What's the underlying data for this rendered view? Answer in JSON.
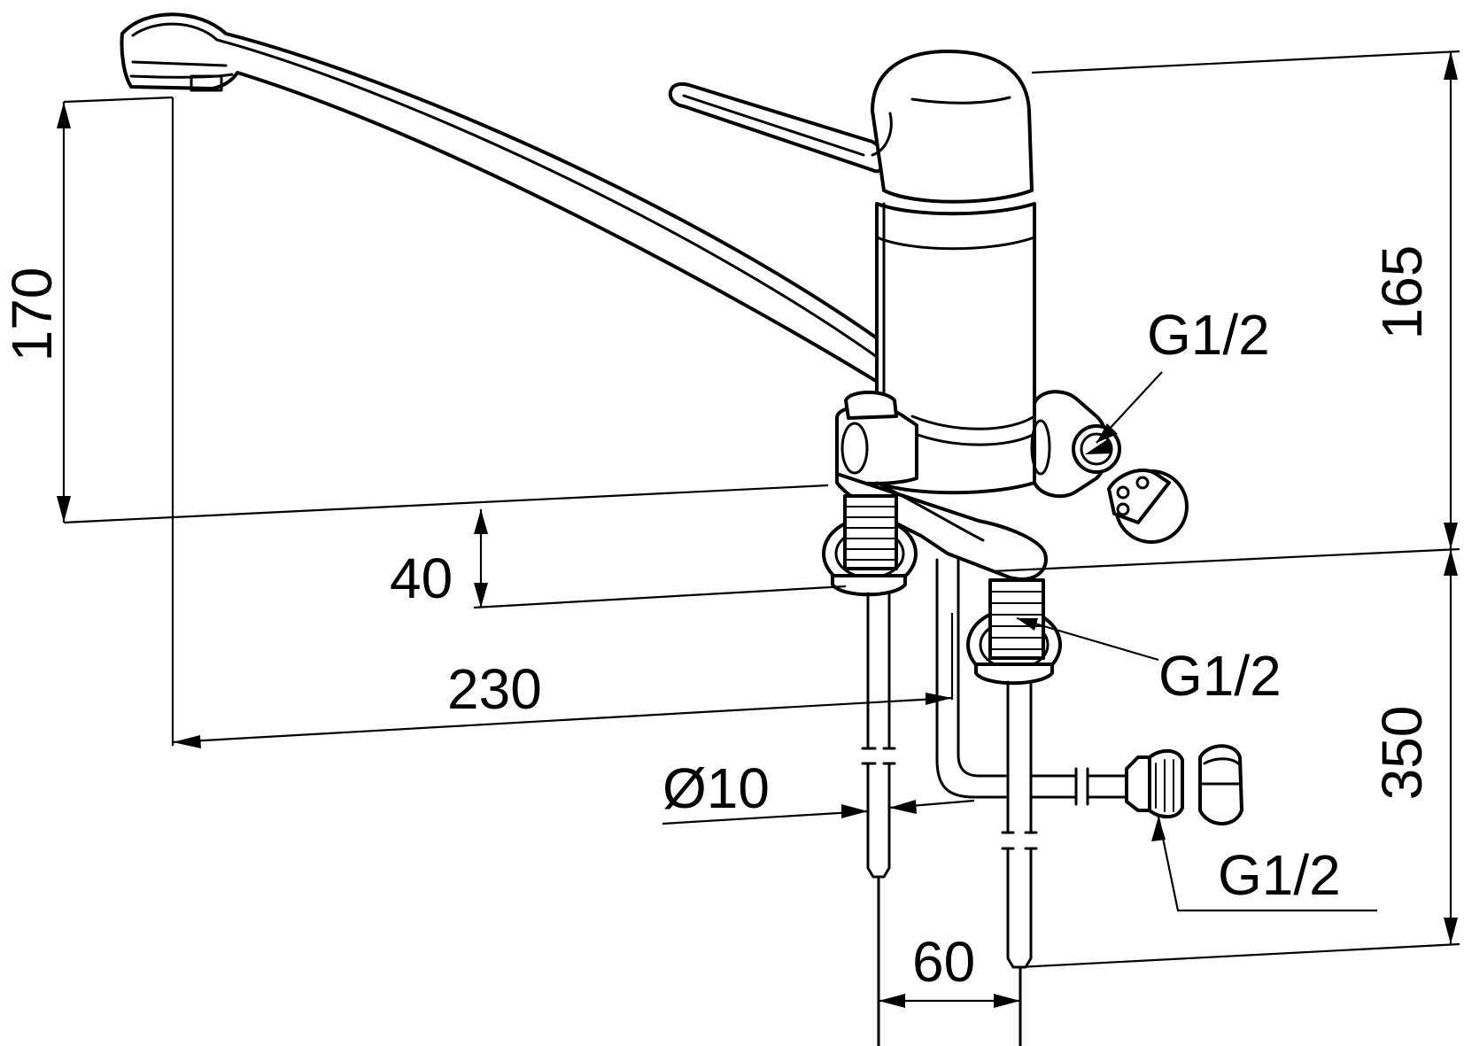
{
  "dimensions": {
    "spout_height": "170",
    "deck_height": "40",
    "spout_reach": "230",
    "body_height": "165",
    "pipe_length": "350",
    "pipe_diameter": "Ø10",
    "pipe_spacing": "60"
  },
  "threads": {
    "side_outlet": "G1/2",
    "shank": "G1/2",
    "pipe_connector": "G1/2"
  }
}
